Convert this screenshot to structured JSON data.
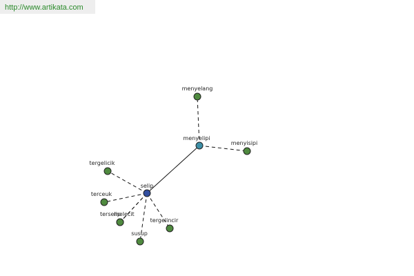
{
  "source_link": {
    "text": "http://www.artikata.com"
  },
  "colors": {
    "center": "#334fa0",
    "hub": "#3d8fa6",
    "leaf": "#4f8a3f",
    "link": "#2a8a2a"
  },
  "graph": {
    "nodes": [
      {
        "id": "selip",
        "label": "selip",
        "kind": "center"
      },
      {
        "id": "menyelipi",
        "label": "menyelipi",
        "kind": "hub"
      },
      {
        "id": "menyelang",
        "label": "menyelang",
        "kind": "leaf"
      },
      {
        "id": "menyisipi",
        "label": "menyisipi",
        "kind": "leaf"
      },
      {
        "id": "tergelicik",
        "label": "tergelicik",
        "kind": "leaf"
      },
      {
        "id": "terceuk",
        "label": "terceuk",
        "kind": "leaf"
      },
      {
        "id": "terselip",
        "label": "terselip",
        "kind": "leaf"
      },
      {
        "id": "melecit",
        "label": "melecit",
        "kind": "leaf"
      },
      {
        "id": "susup",
        "label": "susup",
        "kind": "leaf"
      },
      {
        "id": "tergelincir",
        "label": "tergelincir",
        "kind": "leaf"
      }
    ],
    "edges": [
      {
        "from": "selip",
        "to": "menyelipi",
        "style": "solid"
      },
      {
        "from": "menyelipi",
        "to": "menyelang",
        "style": "dashed"
      },
      {
        "from": "menyelipi",
        "to": "menyisipi",
        "style": "dashed"
      },
      {
        "from": "selip",
        "to": "tergelicik",
        "style": "dashed"
      },
      {
        "from": "selip",
        "to": "terceuk",
        "style": "dashed"
      },
      {
        "from": "selip",
        "to": "terselip",
        "style": "dashed"
      },
      {
        "from": "selip",
        "to": "melecit",
        "style": "dashed"
      },
      {
        "from": "selip",
        "to": "susup",
        "style": "dashed"
      },
      {
        "from": "selip",
        "to": "tergelincir",
        "style": "dashed"
      }
    ]
  }
}
